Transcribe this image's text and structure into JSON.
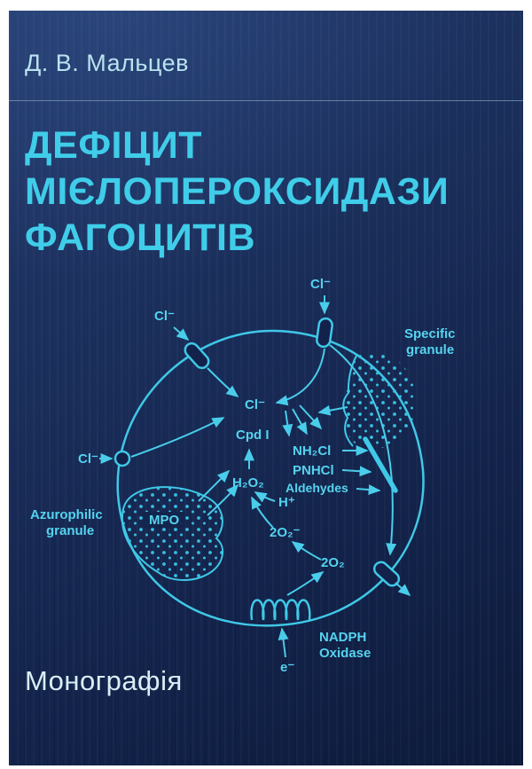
{
  "cover": {
    "author": "Д. В. Мальцев",
    "title_lines": [
      "ДЕФІЦИТ",
      "МІЄЛОПЕРОКСИДАЗИ",
      "ФАГОЦИТІВ"
    ],
    "footer": "Монографія",
    "colors": {
      "background_top": "#22396b",
      "background_bottom": "#0d1a3a",
      "accent": "#3fc8e7",
      "title_text": "#3fcde9",
      "author_text": "#b9e3ef",
      "footer_text": "#d8eff7",
      "frame": "#ffffff"
    }
  },
  "diagram": {
    "labels": {
      "cl_top": "Cl⁻",
      "cl_upper_left": "Cl⁻",
      "cl_left": "Cl⁻",
      "cl_inner": "Cl⁻",
      "specific_granule": [
        "Specific",
        "granule"
      ],
      "azurophilic_granule": [
        "Azurophilic",
        "granule"
      ],
      "mpo": "MPO",
      "cpd_i": "Cpd I",
      "h2o2": "H₂O₂",
      "nh2cl": "NH₂Cl",
      "pnhcl": "PNHCl",
      "aldehydes": "Aldehydes",
      "h_plus": "H⁺",
      "superoxide": "2O₂⁻",
      "oxygen": "2O₂",
      "nadph_oxidase": [
        "NADPH",
        "Oxidase"
      ],
      "electron": "e⁻"
    }
  }
}
